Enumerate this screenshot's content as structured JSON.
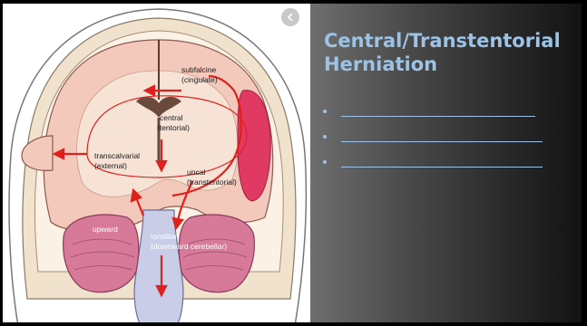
{
  "slide": {
    "title": "Central/Transtentorial Herniation",
    "bullets": [
      {
        "text": ""
      },
      {
        "text": ""
      },
      {
        "text": ""
      }
    ]
  },
  "diagram": {
    "labels": {
      "subfalcine": "subfalcine",
      "subfalcine_sub": "(cingulate)",
      "central": "central",
      "central_sub": "(tentorial)",
      "transcalvarial": "transcalvarial",
      "transcalvarial_sub": "(external)",
      "uncal": "uncal",
      "uncal_sub": "(transtentorial)",
      "upward": "upward",
      "tonsillar": "tonsillar",
      "tonsillar_sub": "(downward cerebellar)"
    }
  },
  "controls": {
    "collapse_icon": "chevron-left-icon"
  },
  "colors": {
    "title": "#9cc3e6",
    "arrow": "#e0201c",
    "brain": "#f3c9bc",
    "cerebellum": "#d77a9a"
  }
}
